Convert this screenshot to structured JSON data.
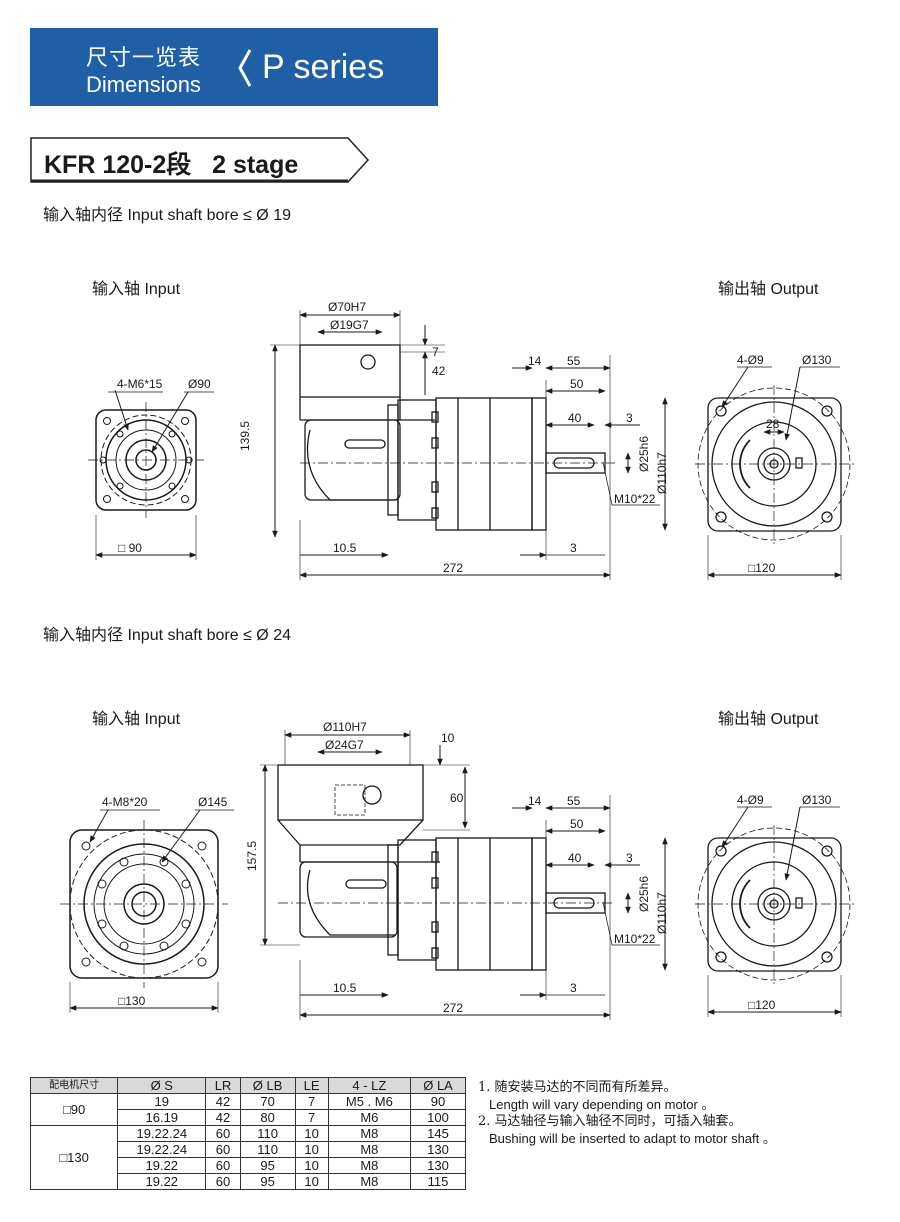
{
  "header": {
    "title_cn": "尺寸一览表",
    "title_en": "Dimensions",
    "series": "P series"
  },
  "model": {
    "title": "KFR 120-2段   2 stage"
  },
  "section1": {
    "bore": "输入轴内径 Input shaft bore ≤ Ø 19",
    "input_label": "输入轴  Input",
    "output_label": "输出轴  Output",
    "dims": {
      "in_holes": "4-M6*15",
      "in_pcd": "Ø90",
      "in_square": "□ 90",
      "d_a": "Ø70H7",
      "d_b": "Ø19G7",
      "len_7": "7",
      "len_42": "42",
      "h_139": "139.5",
      "len_14": "14",
      "len_55": "55",
      "len_50": "50",
      "len_40": "40",
      "len_3": "3",
      "shaft": "Ø25h6",
      "pilot": "Ø110h7",
      "tap": "M10*22",
      "len_10": "10.5",
      "len_3b": "3",
      "total": "272",
      "out_holes": "4-Ø9",
      "out_pcd": "Ø130",
      "key": "28",
      "out_square": "□120"
    }
  },
  "section2": {
    "bore": "输入轴内径 Input shaft bore ≤ Ø 24",
    "input_label": "输入轴  Input",
    "output_label": "输出轴  Output",
    "dims": {
      "in_holes": "4-M8*20",
      "in_pcd": "Ø145",
      "in_square": "□130",
      "d_a": "Ø110H7",
      "d_b": "Ø24G7",
      "len_7": "10",
      "len_42": "60",
      "h_139": "157.5",
      "len_14": "14",
      "len_55": "55",
      "len_50": "50",
      "len_40": "40",
      "len_3": "3",
      "shaft": "Ø25h6",
      "pilot": "Ø110h7",
      "tap": "M10*22",
      "len_10": "10.5",
      "len_3b": "3",
      "total": "272",
      "out_holes": "4-Ø9",
      "out_pcd": "Ø130",
      "out_square": "□120"
    }
  },
  "table": {
    "headers": [
      "配电机尺寸",
      "Ø S",
      "LR",
      "Ø LB",
      "LE",
      "4 - LZ",
      "Ø LA"
    ],
    "groups": [
      {
        "size": "□90",
        "rows": [
          [
            "19",
            "42",
            "70",
            "7",
            "M5 . M6",
            "90"
          ],
          [
            "16.19",
            "42",
            "80",
            "7",
            "M6",
            "100"
          ]
        ]
      },
      {
        "size": "□130",
        "rows": [
          [
            "19.22.24",
            "60",
            "110",
            "10",
            "M8",
            "145"
          ],
          [
            "19.22.24",
            "60",
            "110",
            "10",
            "M8",
            "130"
          ],
          [
            "19.22",
            "60",
            "95",
            "10",
            "M8",
            "130"
          ],
          [
            "19.22",
            "60",
            "95",
            "10",
            "M8",
            "115"
          ]
        ]
      }
    ]
  },
  "notes": [
    {
      "cn": "1. 随安装马达的不同而有所差异。",
      "en": "Length will vary depending on motor 。"
    },
    {
      "cn": "2. 马达轴径与输入轴径不同时，可插入轴套。",
      "en": "Bushing will be inserted to adapt to motor shaft 。"
    }
  ]
}
